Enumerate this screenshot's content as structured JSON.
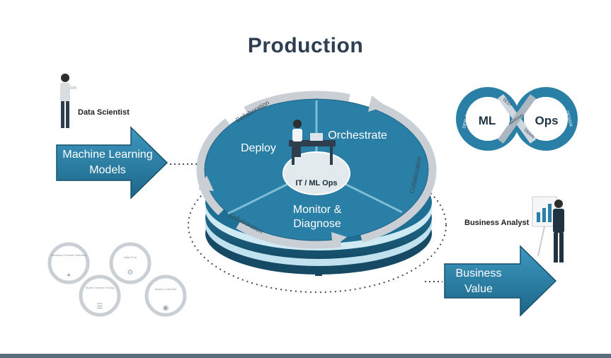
{
  "title": "Production",
  "left": {
    "role": "Data Scientist",
    "arrow_line1": "Machine Learning",
    "arrow_line2": "Models"
  },
  "center": {
    "deploy": "Deploy",
    "orchestrate": "Orchestrate",
    "monitor_line1": "Monitor &",
    "monitor_line2": "Diagnose",
    "hub": "IT / ML Ops",
    "collab": "Collaboration"
  },
  "mlops": {
    "ml": "ML",
    "ops": "Ops",
    "deploy": "DEPLOY",
    "test": "TEST",
    "maintain": "MAINTAIN",
    "train": "TRAIN",
    "design": "DESIGN"
  },
  "right": {
    "role": "Business Analyst",
    "arrow_line1": "Business",
    "arrow_line2": "Value"
  },
  "cycle": {
    "a": "Business Problem Definition",
    "b": "Data Prep",
    "c": "Model Creation Tuning",
    "d": "Deploy & Monitor"
  },
  "colors": {
    "primary": "#2a7fa6",
    "dark": "#1d5f80",
    "ring": "#c9cfd4",
    "text": "#2c3e50"
  }
}
